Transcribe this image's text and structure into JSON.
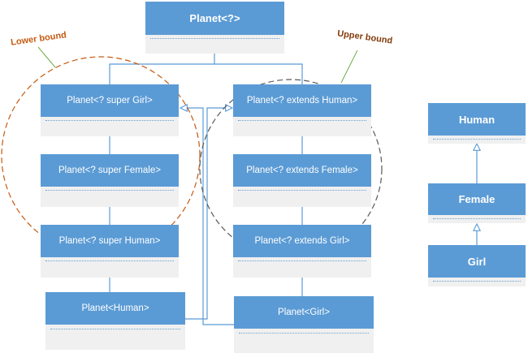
{
  "classes": {
    "planet_wild": "Planet<?>",
    "super_girl": "Planet<? super Girl>",
    "super_female": "Planet<? super Female>",
    "super_human": "Planet<? super Human>",
    "planet_human": "Planet<Human>",
    "extends_human": "Planet<? extends Human>",
    "extends_female": "Planet<? extends Female>",
    "extends_girl": "Planet<? extends Girl>",
    "planet_girl": "Planet<Girl>",
    "human": "Human",
    "female": "Female",
    "girl": "Girl"
  },
  "annotations": {
    "lower_bound": "Lower bound",
    "upper_bound": "Upper bound"
  },
  "colors": {
    "header": "#5b9bd5",
    "body": "#f0f0f0",
    "lower_bound": "#c55a11",
    "upper_bound": "#595959",
    "arrow": "#5b9bd5"
  }
}
